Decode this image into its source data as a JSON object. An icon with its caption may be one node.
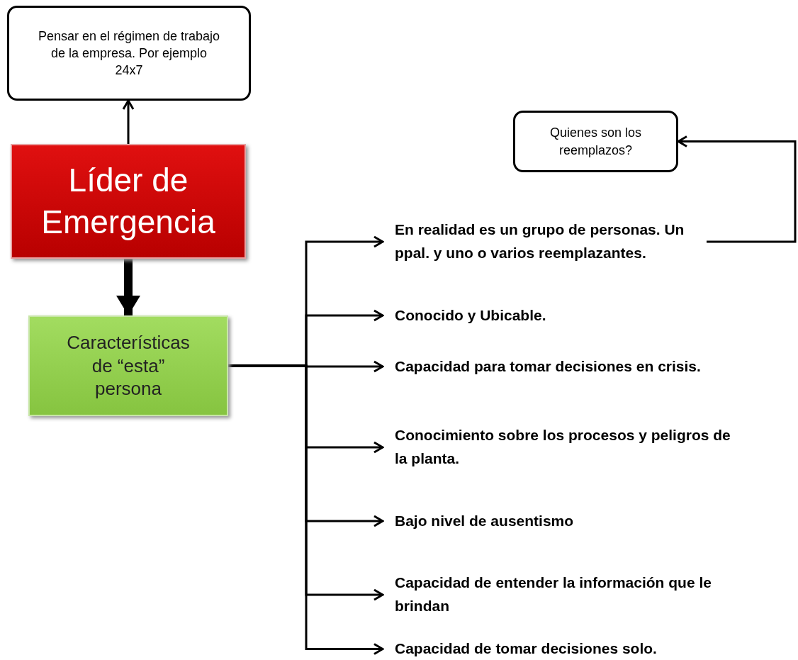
{
  "diagram": {
    "nodes": [
      {
        "text": [
          "Pensar en el régimen de trabajo de la empresa. Por ejemplo 24x7"
        ]
      },
      {
        "text": [
          "Líder de Emergencia"
        ]
      },
      {
        "text": [
          "Características de “esta” persona"
        ]
      },
      {
        "text": [
          "Quienes son los reemplazos?"
        ]
      },
      {
        "text": [
          "En realidad es un grupo de personas. Un ppal. y uno o varios reemplazantes."
        ]
      },
      {
        "text": [
          "Conocido y Ubicable."
        ]
      },
      {
        "text": [
          "Capacidad para tomar decisiones en crisis."
        ]
      },
      {
        "text": [
          "Conocimiento sobre los procesos y peligros de la planta."
        ]
      },
      {
        "text": [
          "Bajo nivel de ausentismo"
        ]
      },
      {
        "text": [
          "Capacidad de entender la información que le brindan"
        ]
      },
      {
        "text": [
          "Capacidad de tomar decisiones solo."
        ]
      }
    ],
    "edges": [
      {
        "from": 1,
        "to": 0,
        "arrow": "to"
      },
      {
        "from": 1,
        "to": 2,
        "arrow": "to",
        "style": "thick"
      },
      {
        "from": 2,
        "to": 4,
        "arrow": "to"
      },
      {
        "from": 2,
        "to": 5,
        "arrow": "to"
      },
      {
        "from": 2,
        "to": 6,
        "arrow": "to"
      },
      {
        "from": 2,
        "to": 7,
        "arrow": "to"
      },
      {
        "from": 2,
        "to": 8,
        "arrow": "to"
      },
      {
        "from": 2,
        "to": 9,
        "arrow": "to"
      },
      {
        "from": 2,
        "to": 10,
        "arrow": "to"
      },
      {
        "from": 4,
        "to": 3,
        "arrow": "to"
      }
    ]
  }
}
